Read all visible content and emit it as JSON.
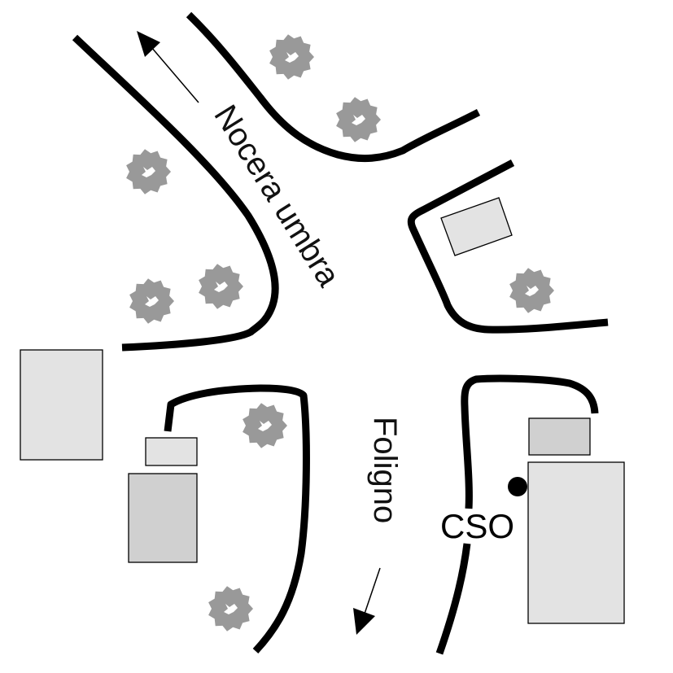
{
  "map": {
    "streets": [
      {
        "id": "north",
        "label": "Nocera umbra",
        "direction": "toward top-left"
      },
      {
        "id": "south",
        "label": "Foligno",
        "direction": "toward bottom"
      }
    ],
    "markers": [
      {
        "id": "cso",
        "label": "CSO",
        "symbol": "filled-circle"
      }
    ],
    "colors": {
      "road": "#000000",
      "building_light": "#e3e3e3",
      "building_mid": "#d0d0d0",
      "tree": "#999999",
      "background": "#ffffff"
    }
  }
}
